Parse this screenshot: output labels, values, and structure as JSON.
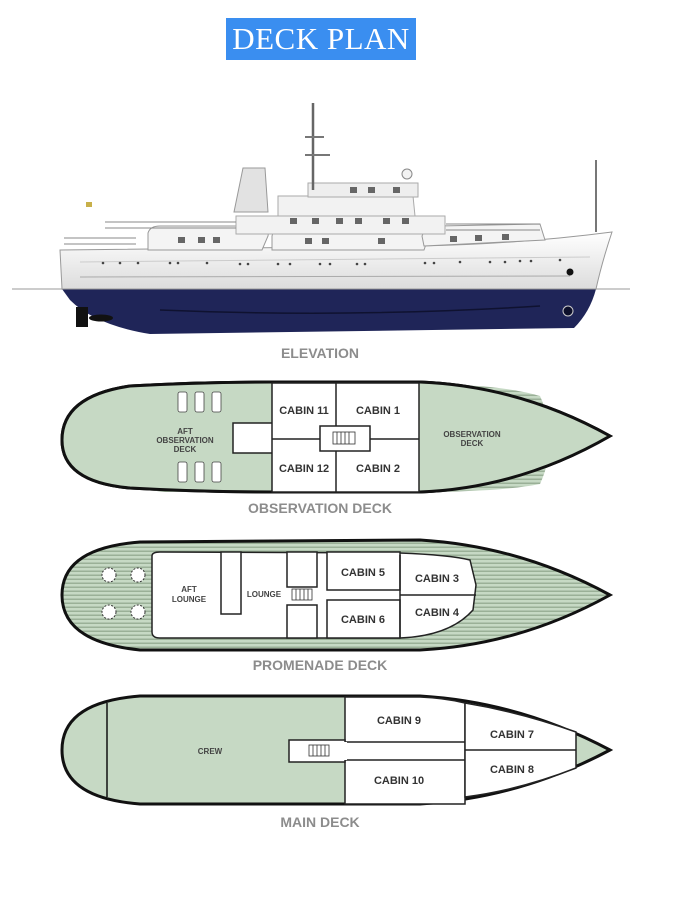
{
  "title": "DECK PLAN",
  "colors": {
    "title_bg": "#3a8ef0",
    "deck_green": "#c6d9c4",
    "hull_navy": "#1f2558",
    "caption_gray": "#8c8c8c"
  },
  "elevation": {
    "caption": "ELEVATION"
  },
  "observation_deck": {
    "caption": "OBSERVATION DECK",
    "aft_area": [
      "AFT",
      "OBSERVATION",
      "DECK"
    ],
    "fore_area": [
      "OBSERVATION",
      "DECK"
    ],
    "cabins": {
      "c11": "CABIN 11",
      "c1": "CABIN 1",
      "c12": "CABIN 12",
      "c2": "CABIN 2"
    }
  },
  "promenade_deck": {
    "caption": "PROMENADE DECK",
    "aft_lounge": [
      "AFT",
      "LOUNGE"
    ],
    "lounge": "LOUNGE",
    "cabins": {
      "c5": "CABIN 5",
      "c3": "CABIN 3",
      "c6": "CABIN 6",
      "c4": "CABIN 4"
    }
  },
  "main_deck": {
    "caption": "MAIN DECK",
    "crew": "CREW",
    "cabins": {
      "c9": "CABIN 9",
      "c7": "CABIN 7",
      "c10": "CABIN 10",
      "c8": "CABIN 8"
    }
  }
}
